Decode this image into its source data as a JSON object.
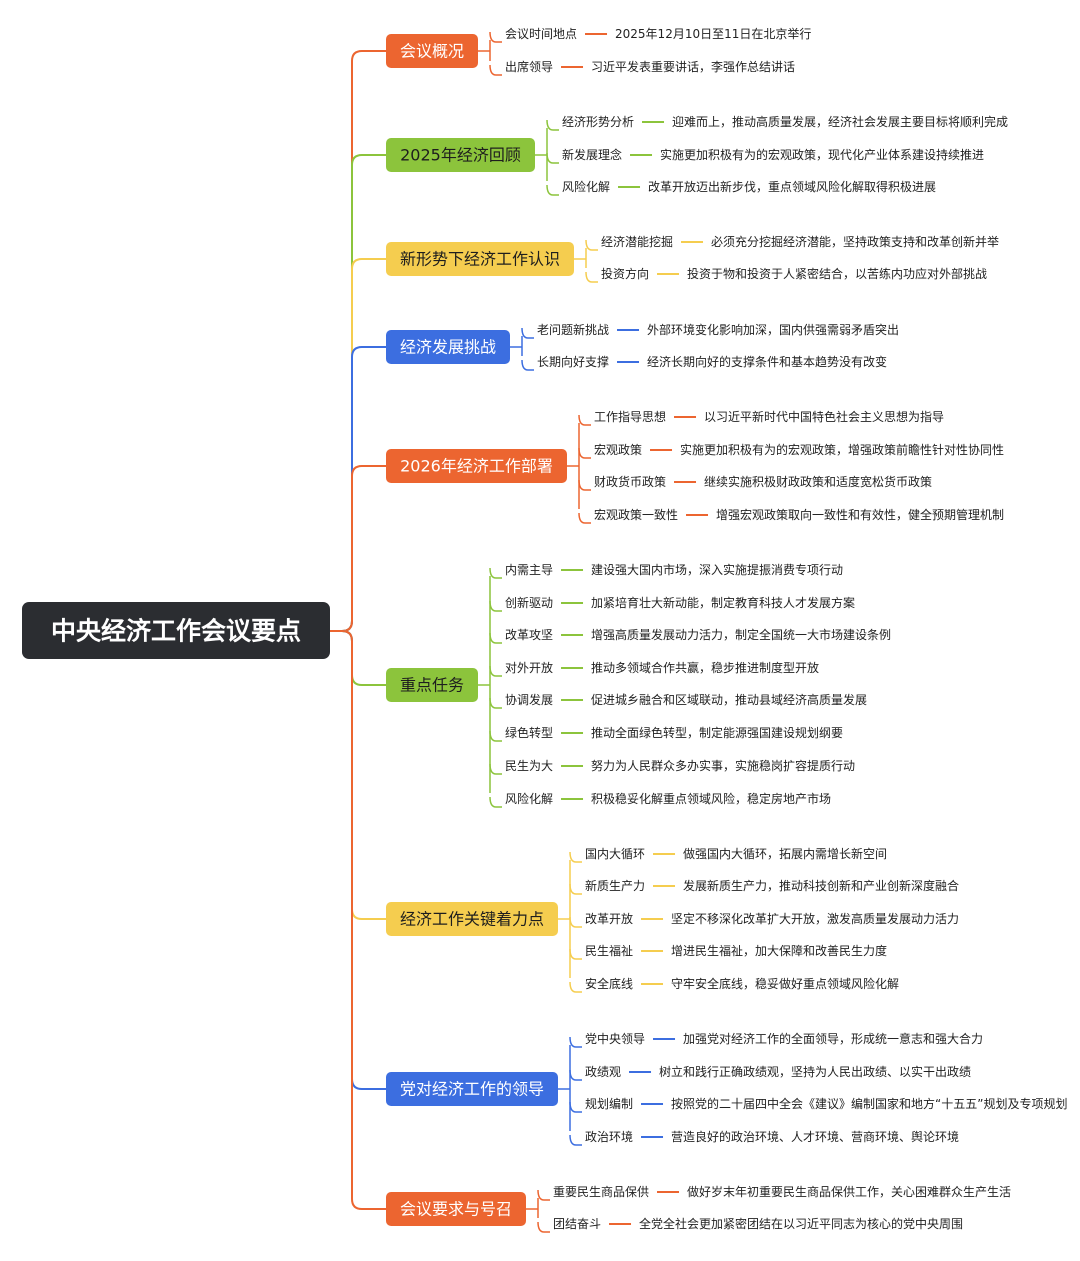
{
  "root": {
    "label": "中央经济工作会议要点",
    "color": "#2b2d31"
  },
  "branches": [
    {
      "label": "会议概况",
      "color": "#ec6530",
      "text_color": "#ffffff",
      "children": [
        {
          "label": "会议时间地点",
          "detail": "2025年12月10日至11日在北京举行"
        },
        {
          "label": "出席领导",
          "detail": "习近平发表重要讲话，李强作总结讲话"
        }
      ]
    },
    {
      "label": "2025年经济回顾",
      "color": "#8cc43c",
      "text_color": "#1e1e1e",
      "children": [
        {
          "label": "经济形势分析",
          "detail": "迎难而上，推动高质量发展，经济社会发展主要目标将顺利完成"
        },
        {
          "label": "新发展理念",
          "detail": "实施更加积极有为的宏观政策，现代化产业体系建设持续推进"
        },
        {
          "label": "风险化解",
          "detail": "改革开放迈出新步伐，重点领域风险化解取得积极进展"
        }
      ]
    },
    {
      "label": "新形势下经济工作认识",
      "color": "#f5cd4f",
      "text_color": "#1e1e1e",
      "children": [
        {
          "label": "经济潜能挖掘",
          "detail": "必须充分挖掘经济潜能，坚持政策支持和改革创新并举"
        },
        {
          "label": "投资方向",
          "detail": "投资于物和投资于人紧密结合，以苦练内功应对外部挑战"
        }
      ]
    },
    {
      "label": "经济发展挑战",
      "color": "#3c6ee0",
      "text_color": "#ffffff",
      "children": [
        {
          "label": "老问题新挑战",
          "detail": "外部环境变化影响加深，国内供强需弱矛盾突出"
        },
        {
          "label": "长期向好支撑",
          "detail": "经济长期向好的支撑条件和基本趋势没有改变"
        }
      ]
    },
    {
      "label": "2026年经济工作部署",
      "color": "#ec6530",
      "text_color": "#ffffff",
      "children": [
        {
          "label": "工作指导思想",
          "detail": "以习近平新时代中国特色社会主义思想为指导"
        },
        {
          "label": "宏观政策",
          "detail": "实施更加积极有为的宏观政策，增强政策前瞻性针对性协同性"
        },
        {
          "label": "财政货币政策",
          "detail": "继续实施积极财政政策和适度宽松货币政策"
        },
        {
          "label": "宏观政策一致性",
          "detail": "增强宏观政策取向一致性和有效性，健全预期管理机制"
        }
      ]
    },
    {
      "label": "重点任务",
      "color": "#8cc43c",
      "text_color": "#1e1e1e",
      "children": [
        {
          "label": "内需主导",
          "detail": "建设强大国内市场，深入实施提振消费专项行动"
        },
        {
          "label": "创新驱动",
          "detail": "加紧培育壮大新动能，制定教育科技人才发展方案"
        },
        {
          "label": "改革攻坚",
          "detail": "增强高质量发展动力活力，制定全国统一大市场建设条例"
        },
        {
          "label": "对外开放",
          "detail": "推动多领域合作共赢，稳步推进制度型开放"
        },
        {
          "label": "协调发展",
          "detail": "促进城乡融合和区域联动，推动县域经济高质量发展"
        },
        {
          "label": "绿色转型",
          "detail": "推动全面绿色转型，制定能源强国建设规划纲要"
        },
        {
          "label": "民生为大",
          "detail": "努力为人民群众多办实事，实施稳岗扩容提质行动"
        },
        {
          "label": "风险化解",
          "detail": "积极稳妥化解重点领域风险，稳定房地产市场"
        }
      ]
    },
    {
      "label": "经济工作关键着力点",
      "color": "#f5cd4f",
      "text_color": "#1e1e1e",
      "children": [
        {
          "label": "国内大循环",
          "detail": "做强国内大循环，拓展内需增长新空间"
        },
        {
          "label": "新质生产力",
          "detail": "发展新质生产力，推动科技创新和产业创新深度融合"
        },
        {
          "label": "改革开放",
          "detail": "坚定不移深化改革扩大开放，激发高质量发展动力活力"
        },
        {
          "label": "民生福祉",
          "detail": "增进民生福祉，加大保障和改善民生力度"
        },
        {
          "label": "安全底线",
          "detail": "守牢安全底线，稳妥做好重点领域风险化解"
        }
      ]
    },
    {
      "label": "党对经济工作的领导",
      "color": "#3c6ee0",
      "text_color": "#ffffff",
      "children": [
        {
          "label": "党中央领导",
          "detail": "加强党对经济工作的全面领导，形成统一意志和强大合力"
        },
        {
          "label": "政绩观",
          "detail": "树立和践行正确政绩观，坚持为人民出政绩、以实干出政绩"
        },
        {
          "label": "规划编制",
          "detail": "按照党的二十届四中全会《建议》编制国家和地方“十五五”规划及专项规划"
        },
        {
          "label": "政治环境",
          "detail": "营造良好的政治环境、人才环境、营商环境、舆论环境"
        }
      ]
    },
    {
      "label": "会议要求与号召",
      "color": "#ec6530",
      "text_color": "#ffffff",
      "children": [
        {
          "label": "重要民生商品保供",
          "detail": "做好岁末年初重要民生商品保供工作，关心困难群众生产生活"
        },
        {
          "label": "团结奋斗",
          "detail": "全党全社会更加紧密团结在以习近平同志为核心的党中央周围"
        }
      ]
    }
  ]
}
